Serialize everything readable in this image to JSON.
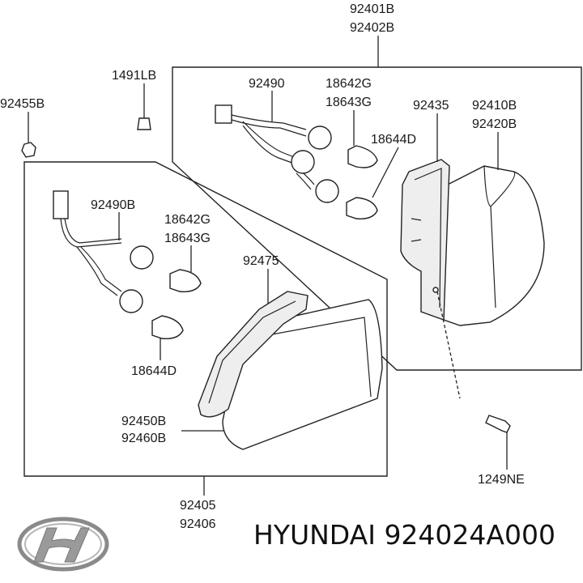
{
  "labels": {
    "p92401B": "92401B",
    "p92402B": "92402B",
    "p1491LB": "1491LB",
    "p92455B": "92455B",
    "p92490": "92490",
    "p18642G_a": "18642G",
    "p18643G_a": "18643G",
    "p92435": "92435",
    "p92410B": "92410B",
    "p92420B": "92420B",
    "p18644D_a": "18644D",
    "p92490B": "92490B",
    "p18642G_b": "18642G",
    "p18643G_b": "18643G",
    "p92475": "92475",
    "p18644D_b": "18644D",
    "p92450B": "92450B",
    "p92460B": "92460B",
    "p1249NE": "1249NE",
    "p92405": "92405",
    "p92406": "92406"
  },
  "footer": {
    "brand_text": "HYUNDAI 924024A000"
  },
  "icons": {
    "logo": "hyundai-logo-icon"
  }
}
